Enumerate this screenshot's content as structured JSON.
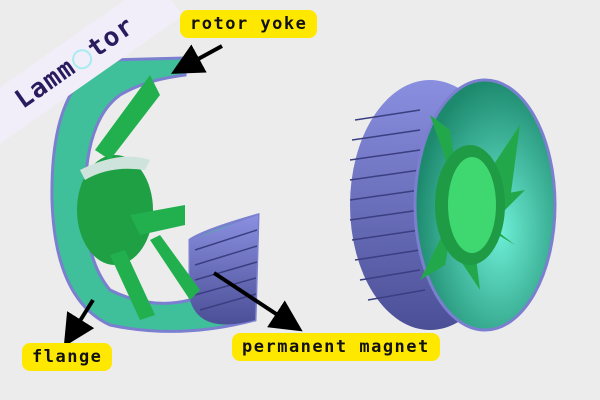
{
  "brand": {
    "logo_text_left": "Lamm",
    "logo_text_right": "tor",
    "logo_circle_color": "#a8ecf0"
  },
  "labels": {
    "rotor_yoke": "rotor yoke",
    "flange": "flange",
    "permanent_magnet": "permanent magnet"
  },
  "colors": {
    "label_bg": "#ffe800",
    "magnet": "#7b7fcf",
    "yoke": "#3fbf9a",
    "flange": "#22a84a",
    "background": "#ececec"
  }
}
